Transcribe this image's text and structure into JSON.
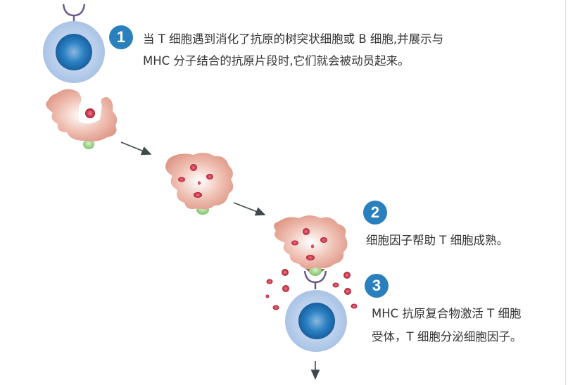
{
  "steps": [
    {
      "number": "1",
      "lines": [
        "当 T 细胞遇到消化了抗原的树突状细胞或 B 细胞,并展示与",
        "MHC 分子结合的抗原片段时,它们就会被动员起来。"
      ]
    },
    {
      "number": "2",
      "lines": [
        "细胞因子帮助 T 细胞成熟。"
      ]
    },
    {
      "number": "3",
      "lines": [
        "MHC 抗原复合物激活 T 细胞",
        "受体，T 细胞分泌细胞因子。"
      ]
    }
  ],
  "colors": {
    "badge": "#2a7fbd",
    "text": "#333333",
    "cell_outer": "#b9cfea",
    "nucleus": "#1f74b8",
    "dendritic": "#e8a898",
    "antigen": "#c0243a",
    "mhc": "#8cc97a",
    "receptor": "#6a5a8c"
  }
}
